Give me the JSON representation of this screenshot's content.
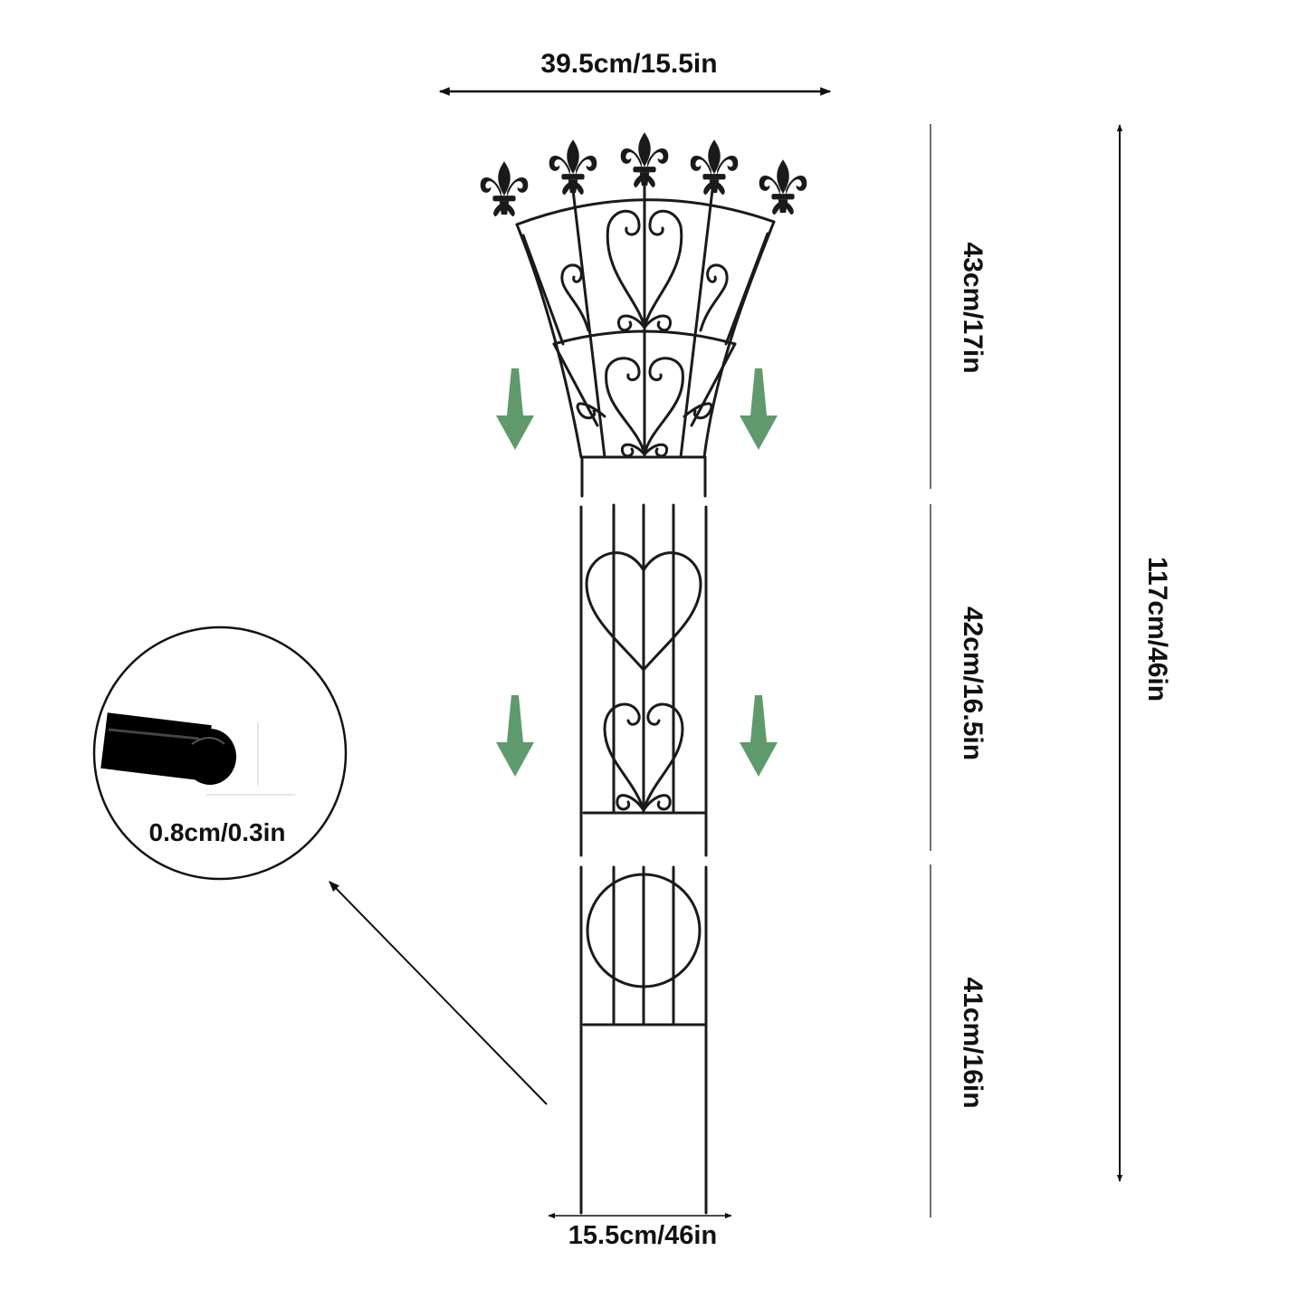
{
  "dimensions": {
    "top_width": "39.5cm/15.5in",
    "bottom_width": "15.5cm/46in",
    "top_section_height": "43cm/17in",
    "middle_section_height": "42cm/16.5in",
    "bottom_section_height": "41cm/16in",
    "total_height": "117cm/46in",
    "rod_diameter": "0.8cm/0.3in"
  },
  "colors": {
    "metal": "#1a1a1a",
    "arrow_green": "#5e9a6b",
    "dimension_line": "#111111"
  },
  "icons": [
    "fleur-de-lis-icon",
    "down-arrow-icon",
    "heart-scroll",
    "circle-ring"
  ]
}
